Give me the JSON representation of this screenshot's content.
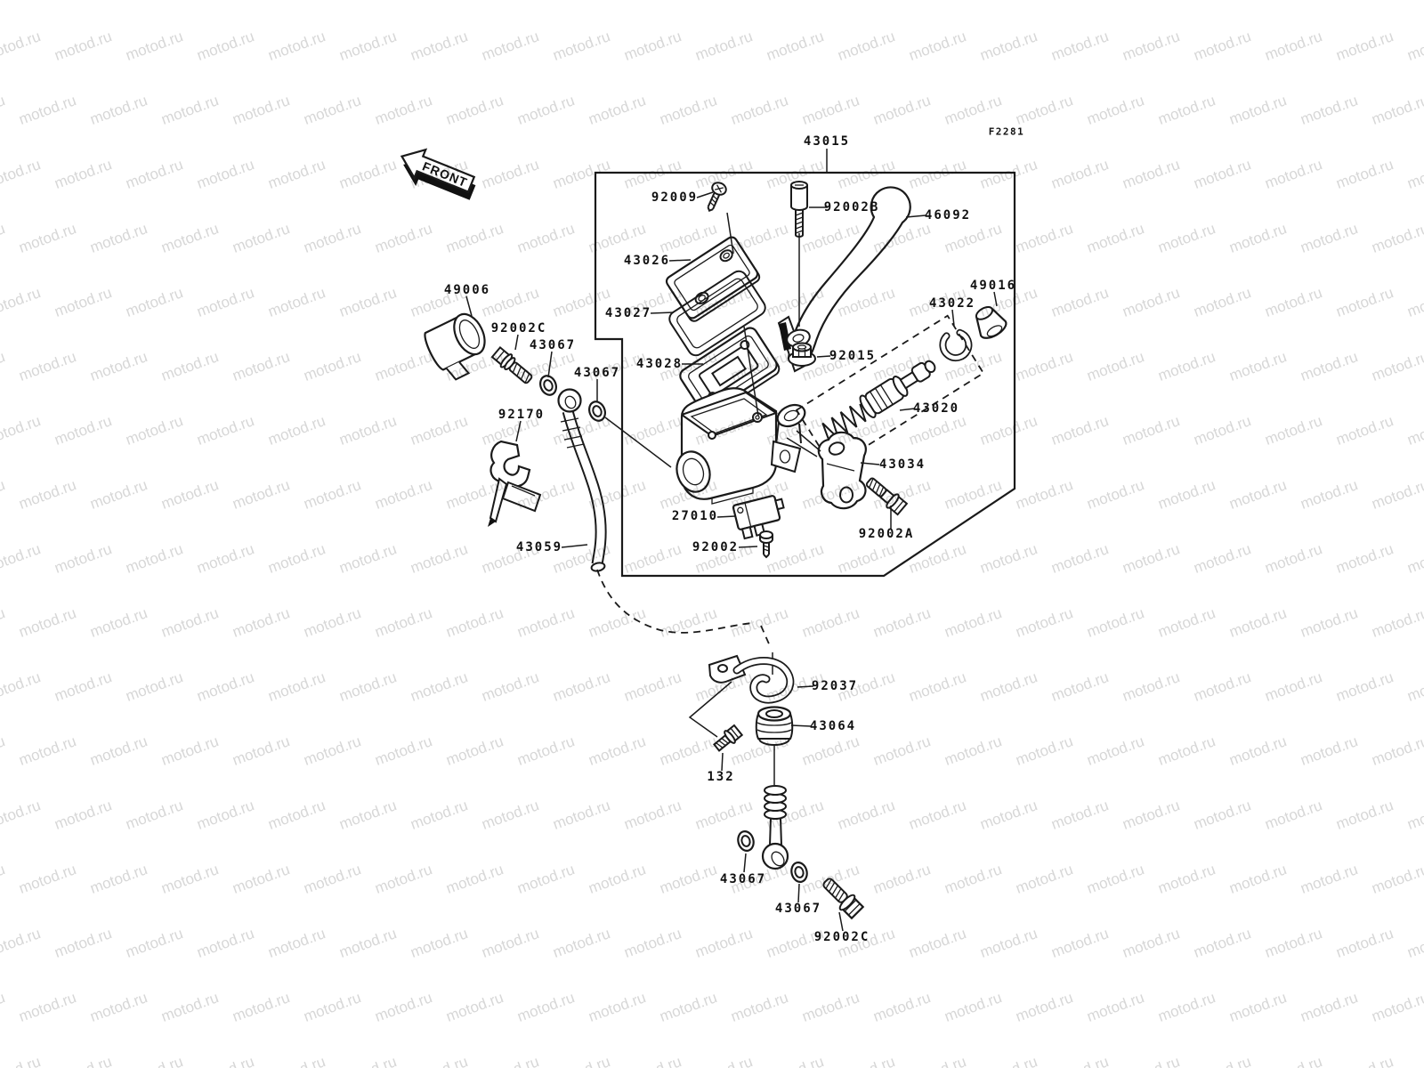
{
  "watermark": {
    "text": "motod.ru",
    "color": "#d7d7d7"
  },
  "diagram": {
    "fiche_code": "F2281",
    "front_marker": "FRONT",
    "ink_color": "#1a1a1a",
    "background": "#ffffff"
  },
  "labels": {
    "l43015": "43015",
    "l92009": "92009",
    "l92002b": "92002B",
    "l46092": "46092",
    "l43026": "43026",
    "l43027": "43027",
    "l43028": "43028",
    "l92015": "92015",
    "l43022": "43022",
    "l49016": "49016",
    "l43020": "43020",
    "l43034": "43034",
    "l92002a": "92002A",
    "l27010": "27010",
    "l92002": "92002",
    "l49006": "49006",
    "l92002c_top": "92002C",
    "l43067_a": "43067",
    "l43067_b": "43067",
    "l92170": "92170",
    "l43059": "43059",
    "l92037": "92037",
    "l43064": "43064",
    "l132": "132",
    "l43067_c": "43067",
    "l43067_d": "43067",
    "l92002c_bottom": "92002C"
  }
}
